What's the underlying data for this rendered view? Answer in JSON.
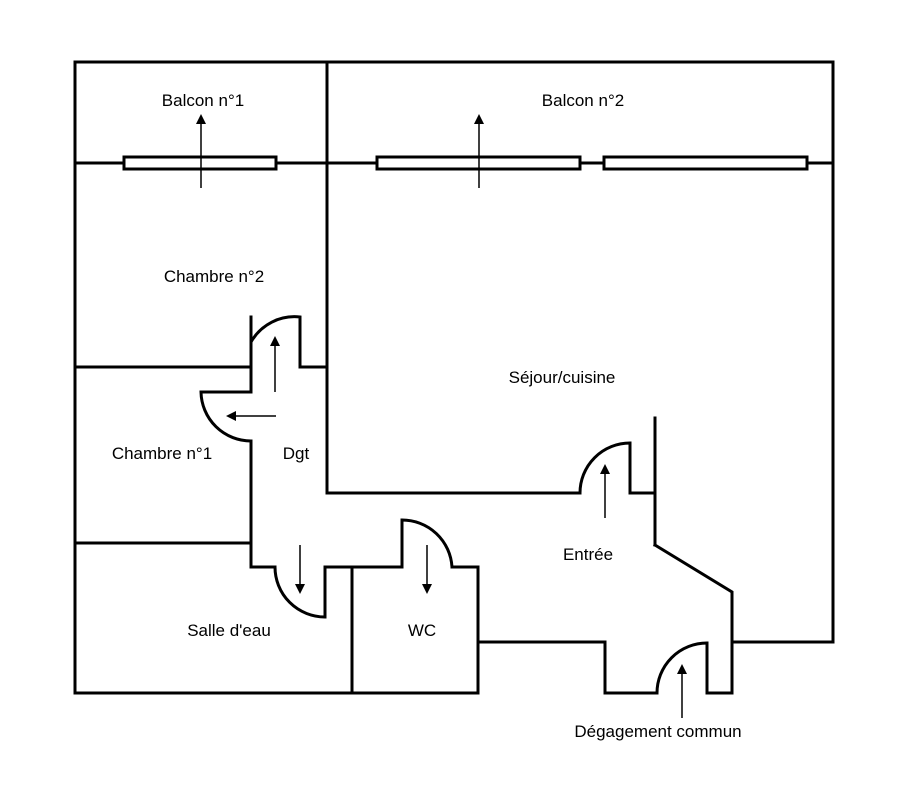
{
  "rooms": {
    "balcon_1": "Balcon n°1",
    "balcon_2": "Balcon n°2",
    "chambre_2": "Chambre n°2",
    "sejour": "Séjour/cuisine",
    "chambre_1": "Chambre n°1",
    "dgt": "Dgt",
    "entree": "Entrée",
    "salle_eau": "Salle d'eau",
    "wc": "WC",
    "degagement": "Dégagement commun"
  }
}
